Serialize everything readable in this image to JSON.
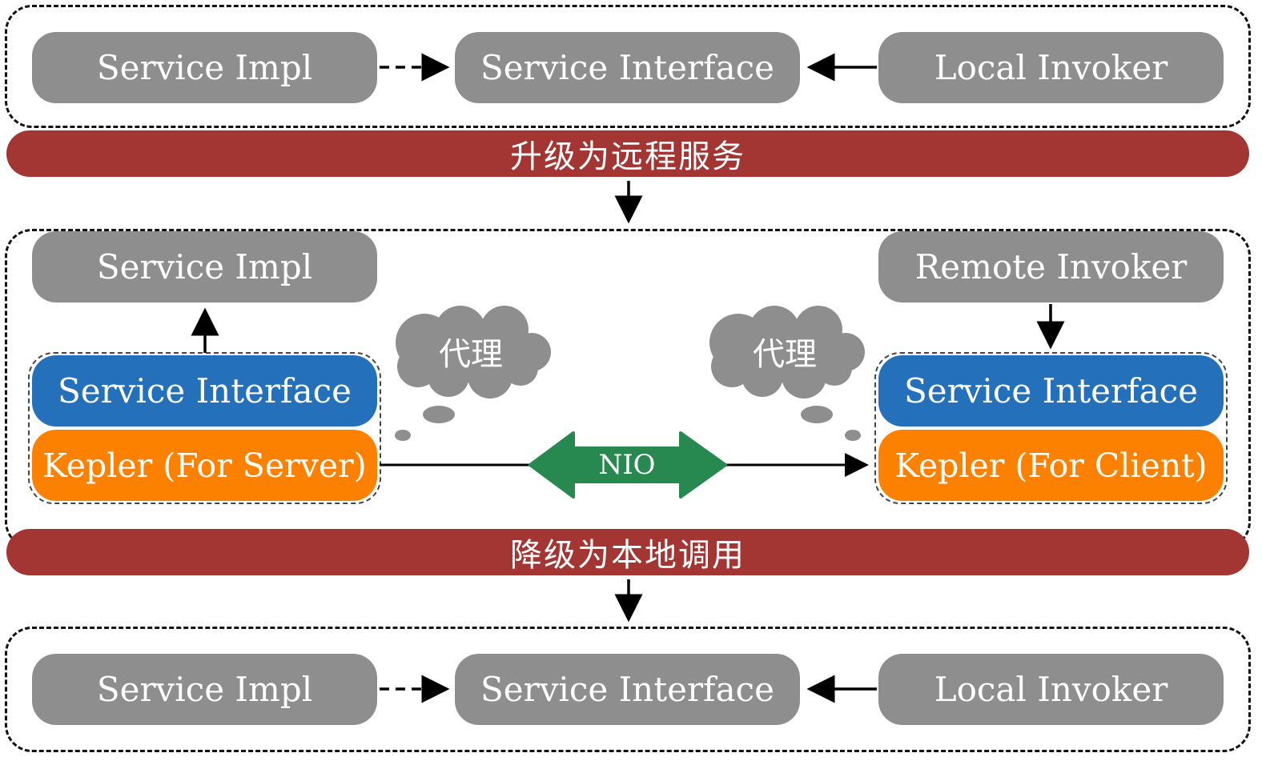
{
  "top_section": {
    "service_impl": "Service Impl",
    "service_interface": "Service Interface",
    "local_invoker": "Local Invoker"
  },
  "upgrade_banner": "升级为远程服务",
  "middle_section": {
    "server_service_impl": "Service Impl",
    "server_service_interface": "Service Interface",
    "server_kepler": "Kepler (For Server)",
    "remote_invoker": "Remote Invoker",
    "client_service_interface": "Service Interface",
    "client_kepler": "Kepler (For  Client)",
    "proxy_left": "代理",
    "proxy_right": "代理",
    "nio": "NIO"
  },
  "downgrade_banner": "降级为本地调用",
  "bottom_section": {
    "service_impl": "Service Impl",
    "service_interface": "Service Interface",
    "local_invoker": "Local Invoker"
  },
  "colors": {
    "gray_box": "#8e8e8e",
    "blue_box": "#2470bb",
    "orange_box": "#fd8100",
    "banner": "#a33533",
    "nio_arrow": "#27894f"
  }
}
